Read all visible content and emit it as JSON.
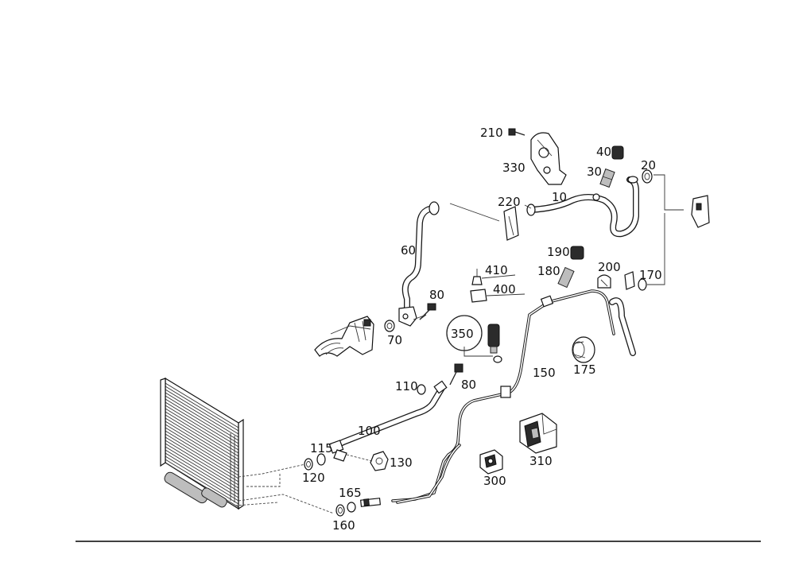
{
  "labels": {
    "p10": "10",
    "p20": "20",
    "p30": "30",
    "p40": "40",
    "p60": "60",
    "p70": "70",
    "p80a": "80",
    "p80b": "80",
    "p100": "100",
    "p110": "110",
    "p115": "115",
    "p120": "120",
    "p130": "130",
    "p150": "150",
    "p160": "160",
    "p165": "165",
    "p170": "170",
    "p175": "175",
    "p180": "180",
    "p190": "190",
    "p200": "200",
    "p210": "210",
    "p220": "220",
    "p300": "300",
    "p310": "310",
    "p330": "330",
    "p350": "350",
    "p400": "400",
    "p410": "410"
  }
}
